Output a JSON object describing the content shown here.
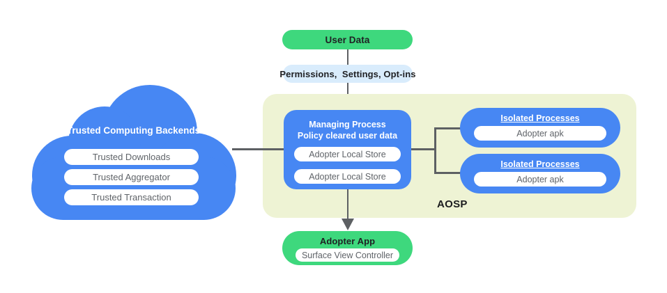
{
  "diagram": {
    "user_data": {
      "label": "User Data"
    },
    "permissions": {
      "label": "Permissions,  Settings, Opt-ins"
    },
    "cloud": {
      "title": "Trusted Computing Backends",
      "items": [
        "Trusted Downloads",
        "Trusted Aggregator",
        "Trusted Transaction"
      ]
    },
    "aosp": {
      "label": "AOSP",
      "managing": {
        "title_line1": "Managing Process",
        "title_line2": "Policy cleared user data",
        "stores": [
          "Adopter Local Store",
          "Adopter Local Store"
        ]
      },
      "isolated": [
        {
          "title": "Isolated Processes",
          "item": "Adopter apk"
        },
        {
          "title": "Isolated Processes",
          "item": "Adopter apk"
        }
      ]
    },
    "adopter_app": {
      "title": "Adopter App",
      "item": "Surface View Controller"
    },
    "colors": {
      "green": "#3ed87d",
      "blue": "#4787f3",
      "light_blue": "#d9ecfc",
      "aosp_background": "#eef3d4",
      "connector_line": "#5d6063",
      "dark_text": "#202124",
      "gray_text": "#5f6368"
    }
  }
}
